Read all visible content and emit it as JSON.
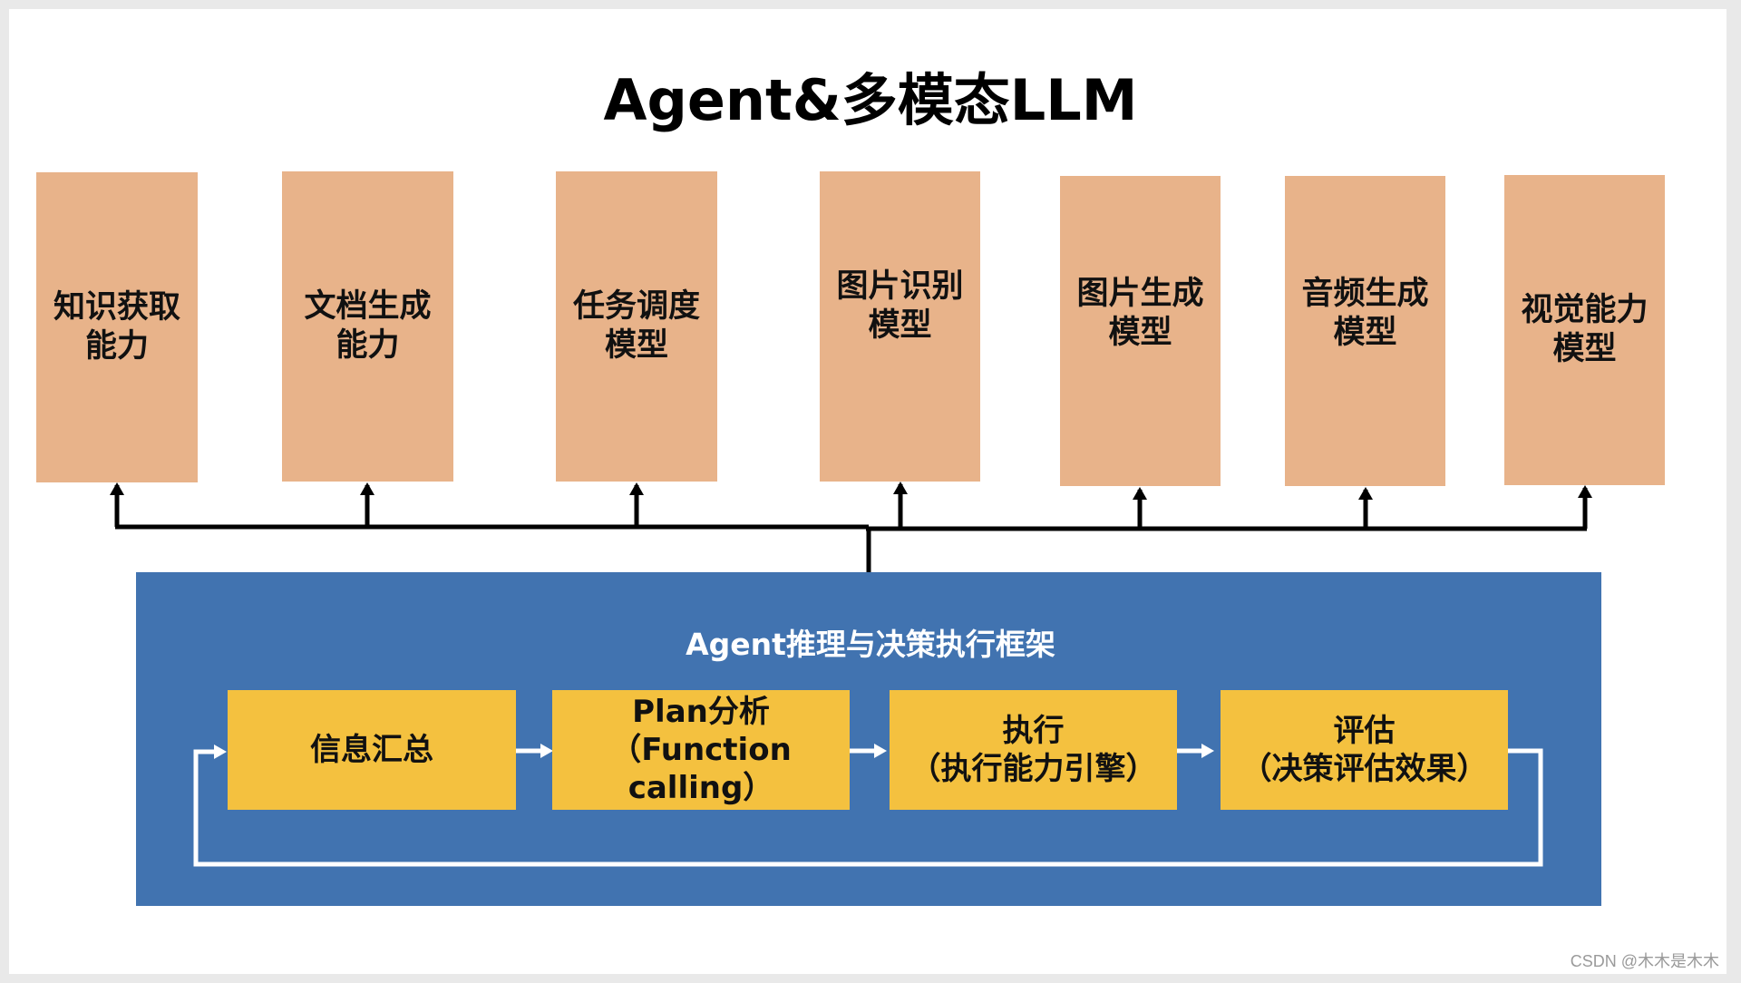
{
  "title": "Agent&多模态LLM",
  "capabilities": [
    {
      "line1": "知识获取",
      "line2": "能力"
    },
    {
      "line1": "文档生成",
      "line2": "能力"
    },
    {
      "line1": "任务调度",
      "line2": "模型"
    },
    {
      "line1": "图片识别",
      "line2": "模型"
    },
    {
      "line1": "图片生成",
      "line2": "模型"
    },
    {
      "line1": "音频生成",
      "line2": "模型"
    },
    {
      "line1": "视觉能力",
      "line2": "模型"
    }
  ],
  "framework": {
    "title": "Agent推理与决策执行框架",
    "steps": [
      {
        "line1": "信息汇总",
        "line2": ""
      },
      {
        "line1": "Plan分析",
        "line2": "（Function calling）"
      },
      {
        "line1": "执行",
        "line2": "（执行能力引擎）"
      },
      {
        "line1": "评估",
        "line2": "（决策评估效果）"
      }
    ]
  },
  "watermark": "CSDN @木木是木木",
  "colors": {
    "capability_fill": "#e8b38a",
    "framework_fill": "#4173b0",
    "step_fill": "#f4c13f",
    "connector": "#000000",
    "loop_arrow": "#ffffff"
  }
}
